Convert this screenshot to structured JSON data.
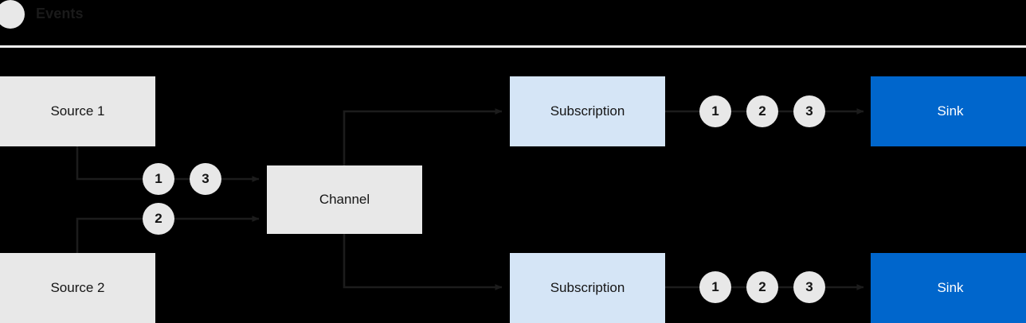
{
  "legend": {
    "marker_icon": "event-circle-icon",
    "label": "Events"
  },
  "colors": {
    "background": "#000000",
    "source_fill": "#E8E8E8",
    "channel_fill": "#E8E8E8",
    "subscription_fill": "#D5E5F6",
    "sink_fill": "#0066CC",
    "sink_text": "#FFFFFF",
    "node_text": "#151515",
    "token_fill": "#E8E8E8",
    "token_text": "#141414",
    "wire": "#1c1c1c",
    "divider": "#F2F2F2"
  },
  "nodes": {
    "source_1": "Source 1",
    "source_2": "Source 2",
    "channel": "Channel",
    "subscription_top": "Subscription",
    "subscription_bottom": "Subscription",
    "sink_top": "Sink",
    "sink_bottom": "Sink"
  },
  "tokens": {
    "source_1_lane": [
      "1",
      "3"
    ],
    "source_2_lane": [
      "2"
    ],
    "subscription_top_lane": [
      "1",
      "2",
      "3"
    ],
    "subscription_bottom_lane": [
      "1",
      "2",
      "3"
    ]
  }
}
